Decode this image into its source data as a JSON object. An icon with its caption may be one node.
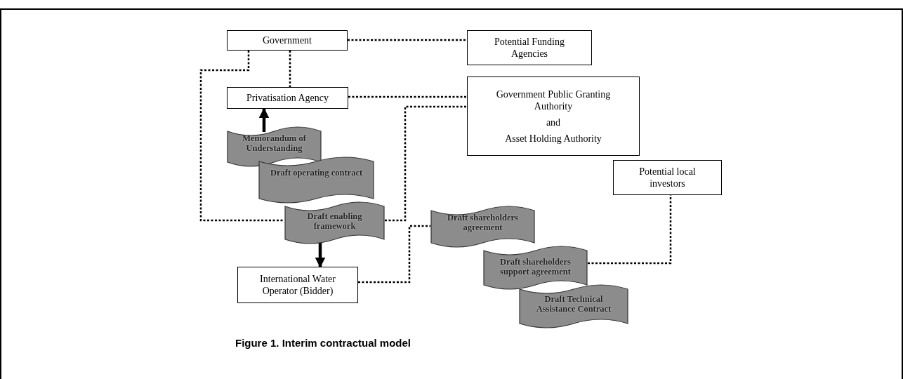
{
  "diagram": {
    "caption": "Figure 1. Interim contractual model",
    "nodes": [
      {
        "text": [
          "Government"
        ]
      },
      {
        "text": [
          "Potential Funding Agencies"
        ]
      },
      {
        "text": [
          "Privatisation Agency"
        ]
      },
      {
        "text": [
          "Government Public Granting Authority",
          "and",
          "Asset Holding Authority"
        ]
      },
      {
        "text": [
          "Memorandum of Understanding"
        ]
      },
      {
        "text": [
          "Draft operating contract"
        ]
      },
      {
        "text": [
          "Draft enabling framework"
        ]
      },
      {
        "text": [
          "International Water Operator (Bidder)"
        ]
      },
      {
        "text": [
          "Potential local investors"
        ]
      },
      {
        "text": [
          "Draft shareholders agreement"
        ]
      },
      {
        "text": [
          "Draft shareholders support agreement"
        ]
      },
      {
        "text": [
          "Draft Technical Assistance Contract"
        ]
      }
    ],
    "edges": [
      {
        "from": 0,
        "to": 1,
        "arrow": "none",
        "style": "dashed"
      },
      {
        "from": 0,
        "to": 2,
        "arrow": "none",
        "style": "dashed"
      },
      {
        "from": 0,
        "to": 6,
        "arrow": "none",
        "style": "dashed"
      },
      {
        "from": 2,
        "to": 3,
        "arrow": "none",
        "style": "dashed"
      },
      {
        "from": 6,
        "to": 3,
        "arrow": "none",
        "style": "dashed"
      },
      {
        "from": 7,
        "to": 9,
        "arrow": "none",
        "style": "dashed"
      },
      {
        "from": 10,
        "to": 8,
        "arrow": "none",
        "style": "dashed"
      },
      {
        "from": 4,
        "to": 2,
        "arrow": "to",
        "style": "thick"
      },
      {
        "from": 6,
        "to": 7,
        "arrow": "to",
        "style": "thick"
      }
    ]
  }
}
